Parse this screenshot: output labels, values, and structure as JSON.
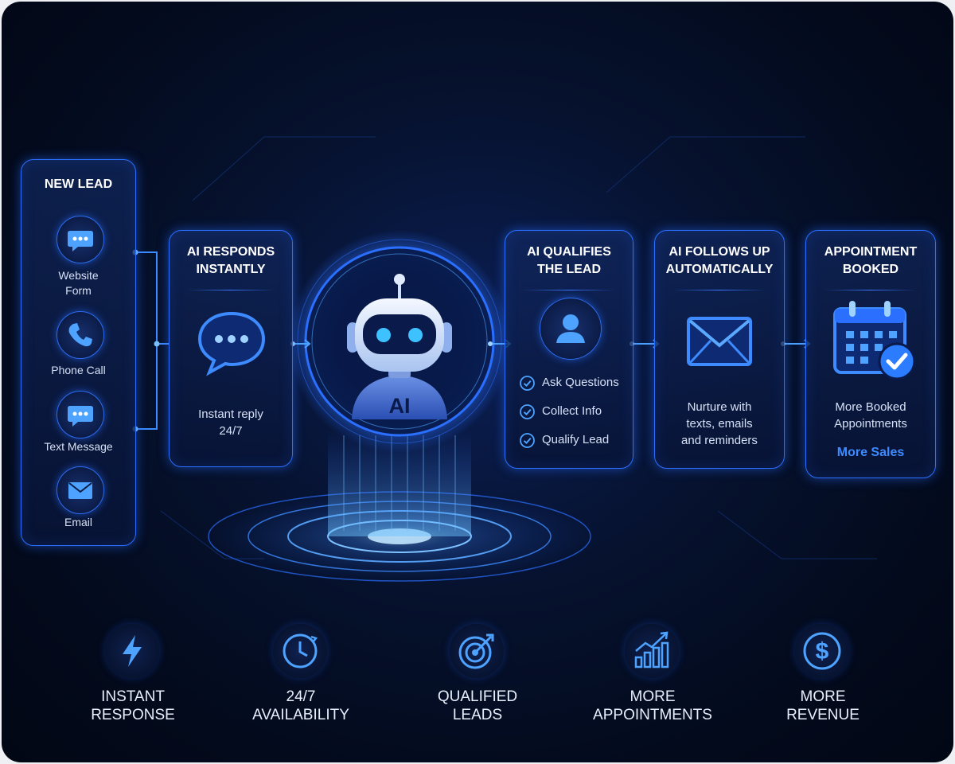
{
  "sources": {
    "title": "NEW LEAD",
    "items": [
      {
        "label": "Website\nForm",
        "icon": "chat-bubble-icon"
      },
      {
        "label": "Phone Call",
        "icon": "phone-icon"
      },
      {
        "label": "Text Message",
        "icon": "chat-bubble-icon"
      },
      {
        "label": "Email",
        "icon": "envelope-icon"
      }
    ]
  },
  "respond": {
    "title": "AI RESPONDS\nINSTANTLY",
    "icon": "speech-bubble-icon",
    "text": "Instant reply\n24/7"
  },
  "robot": {
    "badge": "AI",
    "icon": "robot-icon"
  },
  "qualify": {
    "title": "AI QUALIFIES\nTHE LEAD",
    "icon": "user-icon",
    "checks": [
      "Ask Questions",
      "Collect Info",
      "Qualify Lead"
    ]
  },
  "followup": {
    "title": "AI FOLLOWS UP\nAUTOMATICALLY",
    "icon": "envelope-icon",
    "text": "Nurture with\ntexts, emails\nand reminders"
  },
  "booked": {
    "title": "APPOINTMENT\nBOOKED",
    "icon": "calendar-check-icon",
    "text": "More Booked\nAppointments",
    "highlight": "More Sales"
  },
  "benefits": [
    {
      "label": "INSTANT\nRESPONSE",
      "icon": "lightning-icon"
    },
    {
      "label": "24/7\nAVAILABILITY",
      "icon": "clock-icon"
    },
    {
      "label": "QUALIFIED\nLEADS",
      "icon": "target-icon"
    },
    {
      "label": "MORE\nAPPOINTMENTS",
      "icon": "bar-chart-icon"
    },
    {
      "label": "MORE\nREVENUE",
      "icon": "dollar-icon"
    }
  ],
  "colors": {
    "accent": "#2b6fff",
    "glow": "#4da3ff",
    "highlight": "#3d8bff",
    "background": "#030a1c"
  }
}
